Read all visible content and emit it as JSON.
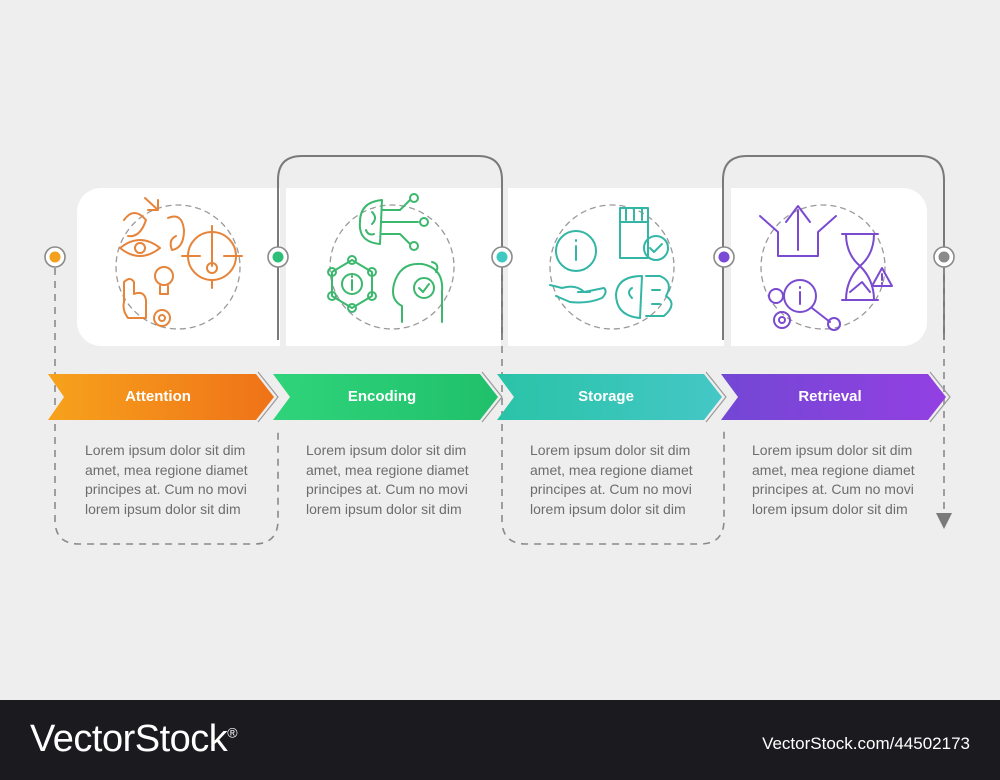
{
  "steps": [
    {
      "label": "Attention",
      "text": "Lorem ipsum dolor sit dim amet, mea regione diamet principes at. Cum no movi lorem ipsum dolor sit dim",
      "color_start": "#f7a21c",
      "color_end": "#ef7218",
      "dot": "#f3a01c",
      "icon_color": "#e5843a"
    },
    {
      "label": "Encoding",
      "text": "Lorem ipsum dolor sit dim amet, mea regione diamet principes at. Cum no movi lorem ipsum dolor sit dim",
      "color_start": "#2fd47a",
      "color_end": "#1fbf6a",
      "dot": "#2dbf78",
      "icon_color": "#3cb86e"
    },
    {
      "label": "Storage",
      "text": "Lorem ipsum dolor sit dim amet, mea regione diamet principes at. Cum no movi lorem ipsum dolor sit dim",
      "color_start": "#2ec7b4",
      "color_end": "#3fc3c0",
      "dot": "#3fc9c0",
      "icon_color": "#34b6a6"
    },
    {
      "label": "Retrieval",
      "text": "Lorem ipsum dolor sit dim amet, mea regione diamet principes at. Cum no movi lorem ipsum dolor sit dim",
      "color_start": "#7b4bd8",
      "color_end": "#8d42e0",
      "dot": "#7a4bd6",
      "icon_color": "#7a4bd0"
    }
  ],
  "end_dot": "#8a8a8a",
  "footer": {
    "brand": "VectorStock",
    "registered": "®",
    "image_id": "VectorStock.com/44502173"
  }
}
